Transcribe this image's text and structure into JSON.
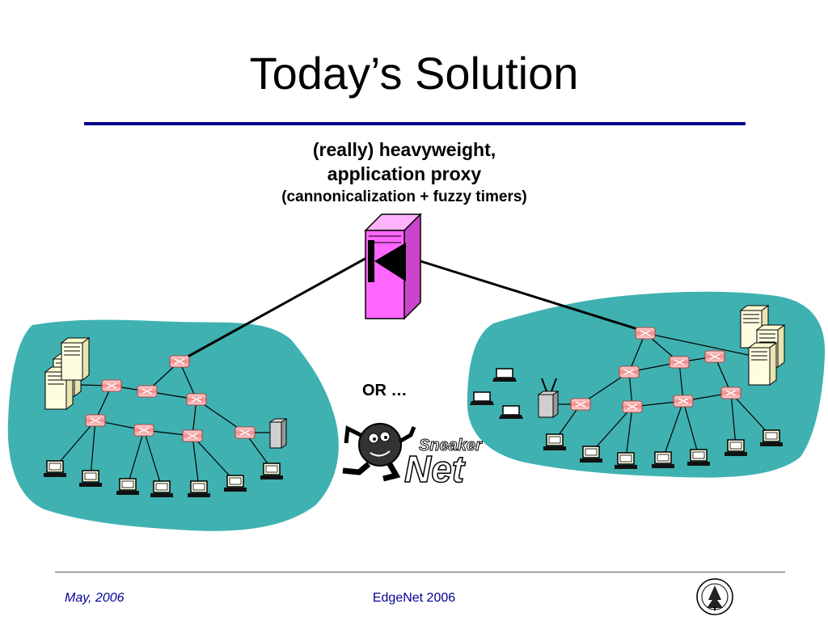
{
  "slide": {
    "title": "Today’s Solution",
    "caption_line1": "(really) heavyweight,",
    "caption_line2": "application proxy",
    "caption_line3": "(cannonicalization + fuzzy timers)",
    "or_text": "OR …",
    "logo_text_1": "Sneaker",
    "logo_text_2": "Net"
  },
  "footer": {
    "date": "May, 2006",
    "center": "EdgeNet 2006"
  },
  "colors": {
    "cloud": "#3fb1b1",
    "proxy": "#ff66ff",
    "title_rule": "#00008b",
    "footer_text": "#000099"
  }
}
